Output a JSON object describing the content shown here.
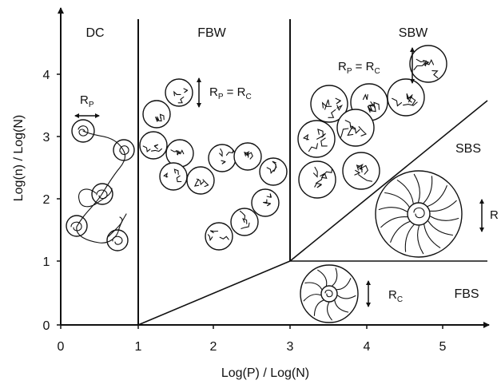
{
  "axes": {
    "x_title": "Log(P) / Log(N)",
    "y_title": "Log(n) / Log(N)",
    "x_ticks": [
      "0",
      "1",
      "2",
      "3",
      "4",
      "5"
    ],
    "y_ticks": [
      "0",
      "1",
      "2",
      "3",
      "4"
    ]
  },
  "regions": {
    "dc": "DC",
    "fbw": "FBW",
    "sbw": "SBW",
    "sbs": "SBS",
    "fbs": "FBS"
  },
  "labels": {
    "rp_dc": {
      "main": "R",
      "sub": "P"
    },
    "rp_rc_fbw": {
      "main": "R",
      "sub1": "P",
      "eq": " = R",
      "sub2": "C"
    },
    "rp_rc_sbw": {
      "main": "R",
      "sub1": "P",
      "eq": " = R",
      "sub2": "C"
    },
    "r_sbs": "R",
    "rc_fbs": {
      "main": "R",
      "sub": "C"
    }
  }
}
